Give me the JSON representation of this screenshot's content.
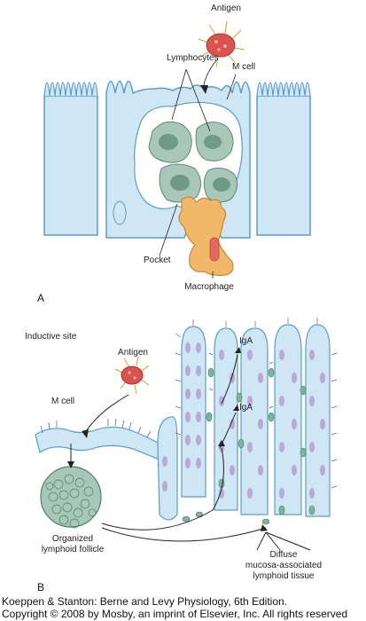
{
  "panel_a": {
    "letter": "A",
    "labels": {
      "antigen": "Antigen",
      "lymphocytes": "Lymphocytes",
      "m_cell": "M cell",
      "pocket": "Pocket",
      "macrophage": "Macrophage"
    }
  },
  "panel_b": {
    "letter": "B",
    "labels": {
      "inductive_site": "Inductive site",
      "antigen": "Antigen",
      "m_cell": "M cell",
      "iga_1": "IgA",
      "iga_2": "IgA",
      "follicle_line1": "Organized",
      "follicle_line2": "lymphoid follicle",
      "diffuse_line1": "Diffuse",
      "diffuse_line2": "mucosa-associated",
      "diffuse_line3": "lymphoid tissue"
    }
  },
  "caption": {
    "line1": "Koeppen & Stanton: Berne and Levy Physiology, 6th Edition.",
    "line2": "Copyright © 2008 by Mosby, an imprint of Elsevier, Inc. All rights reserved"
  },
  "colors": {
    "epithelium_fill": "#cfe6f5",
    "epithelium_stroke": "#5d9cc9",
    "lymphocyte_fill": "#a8c7b8",
    "lymphocyte_nucleus": "#6f9b86",
    "macrophage_fill": "#f2b86a",
    "antigen_fill": "#d9534f",
    "nucleus_purple": "#b8a9d6"
  }
}
